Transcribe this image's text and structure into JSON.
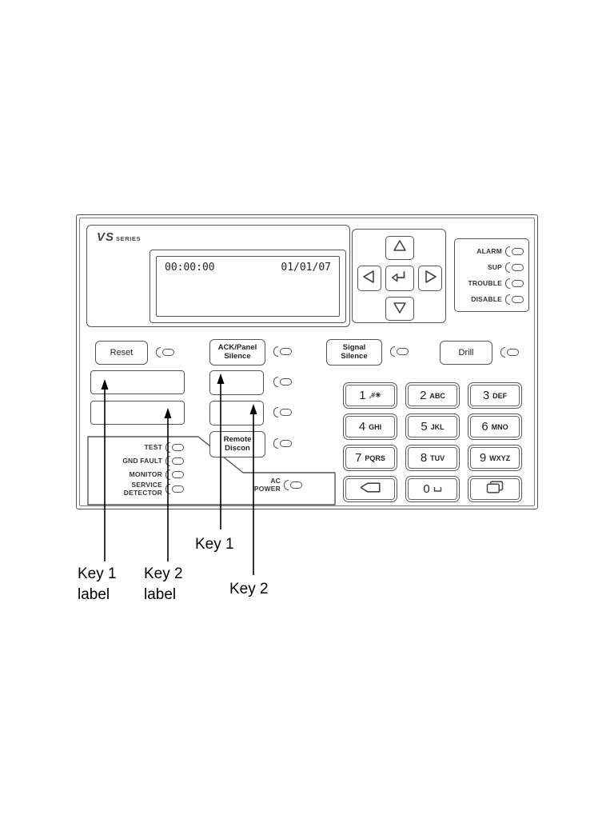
{
  "brand": {
    "logo": "VS",
    "series": "SERIES"
  },
  "lcd": {
    "time": "00:00:00",
    "date": "01/01/07"
  },
  "status": {
    "leds": [
      "ALARM",
      "SUP",
      "TROUBLE",
      "DISABLE"
    ]
  },
  "buttons": {
    "reset": "Reset",
    "ack_panel_silence": "ACK/Panel\nSilence",
    "signal_silence": "Signal\nSilence",
    "drill": "Drill",
    "remote_discon": "Remote\nDiscon"
  },
  "left_leds": {
    "test": "TEST",
    "gnd_fault": "GND FAULT",
    "monitor": "MONITOR",
    "service_detector": "SERVICE\nDETECTOR",
    "ac_power": "AC\nPOWER"
  },
  "keypad": {
    "keys": [
      {
        "num": "1",
        "sub": ",#✳"
      },
      {
        "num": "2",
        "sub": "ABC"
      },
      {
        "num": "3",
        "sub": "DEF"
      },
      {
        "num": "4",
        "sub": "GHI"
      },
      {
        "num": "5",
        "sub": "JKL"
      },
      {
        "num": "6",
        "sub": "MNO"
      },
      {
        "num": "7",
        "sub": "PQRS"
      },
      {
        "num": "8",
        "sub": "TUV"
      },
      {
        "num": "9",
        "sub": "WXYZ"
      }
    ],
    "zero": {
      "num": "0"
    }
  },
  "icons": {
    "nav_up": "up-triangle",
    "nav_down": "down-triangle",
    "nav_left": "left-triangle",
    "nav_right": "right-triangle",
    "nav_enter": "return-arrow",
    "backspace": "left-block-arrow",
    "pages": "stacked-pages",
    "space": "open-box",
    "led": "stadium-outline"
  },
  "annotations": {
    "key1_label": "Key 1\nlabel",
    "key2_label": "Key 2\nlabel",
    "key1": "Key 1",
    "key2": "Key 2"
  }
}
